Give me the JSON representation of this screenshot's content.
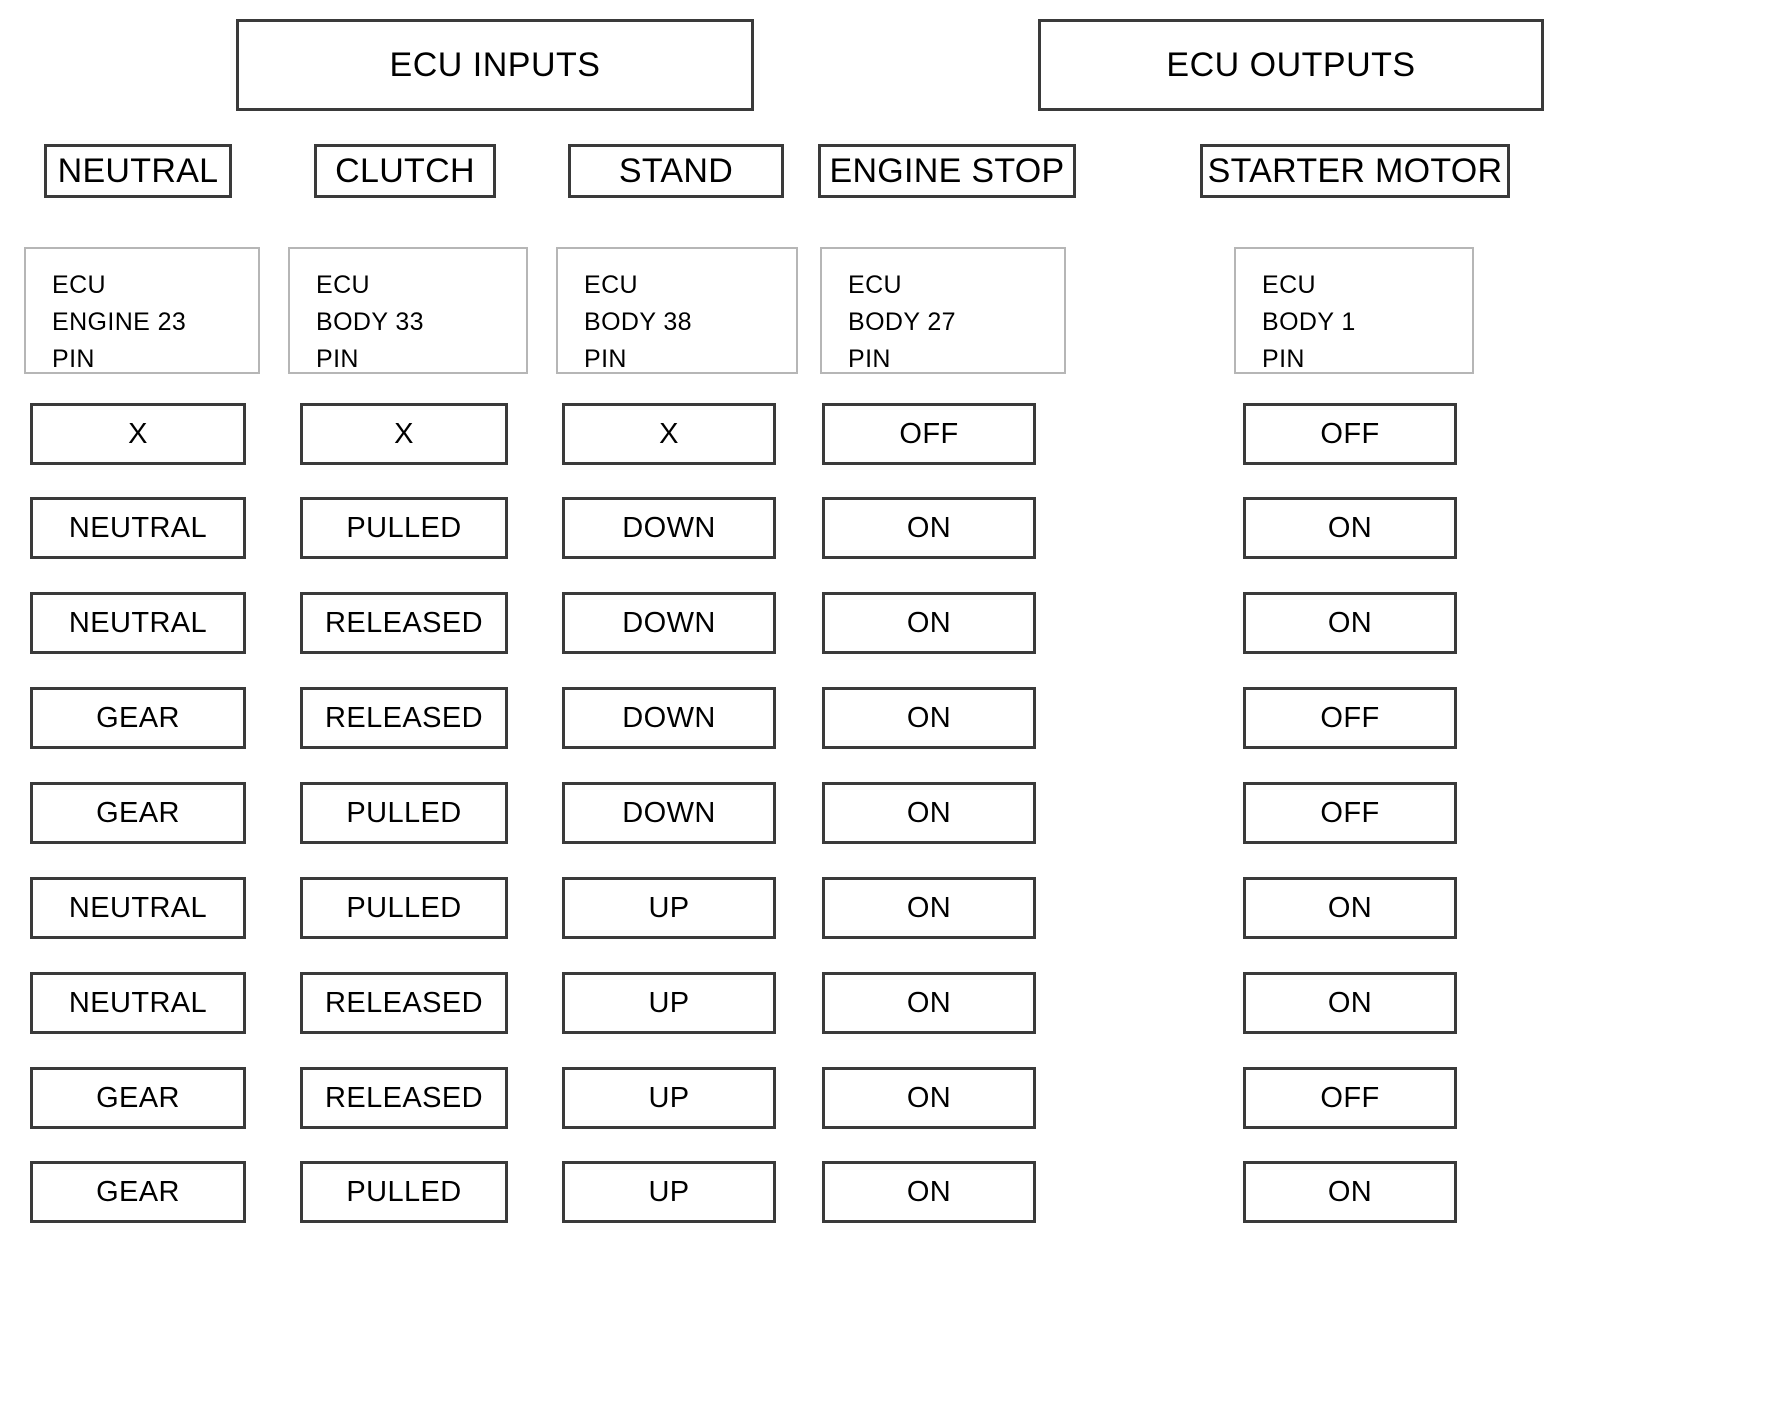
{
  "sections": [
    {
      "label": "ECU INPUTS"
    },
    {
      "label": "ECU OUTPUTS"
    }
  ],
  "columns": [
    {
      "header": "NEUTRAL",
      "pin_line1": "ECU",
      "pin_line2": "ENGINE 23",
      "pin_line3": "PIN"
    },
    {
      "header": "CLUTCH",
      "pin_line1": "ECU",
      "pin_line2": "BODY 33",
      "pin_line3": "PIN"
    },
    {
      "header": "STAND",
      "pin_line1": "ECU",
      "pin_line2": "BODY 38",
      "pin_line3": "PIN"
    },
    {
      "header": "ENGINE STOP",
      "pin_line1": "ECU",
      "pin_line2": "BODY 27",
      "pin_line3": "PIN"
    },
    {
      "header": "STARTER MOTOR",
      "pin_line1": "ECU",
      "pin_line2": "BODY 1",
      "pin_line3": "PIN"
    }
  ],
  "rows": [
    {
      "cells": [
        "X",
        "X",
        "X",
        "OFF",
        "OFF"
      ]
    },
    {
      "cells": [
        "NEUTRAL",
        "PULLED",
        "DOWN",
        "ON",
        "ON"
      ]
    },
    {
      "cells": [
        "NEUTRAL",
        "RELEASED",
        "DOWN",
        "ON",
        "ON"
      ]
    },
    {
      "cells": [
        "GEAR",
        "RELEASED",
        "DOWN",
        "ON",
        "OFF"
      ]
    },
    {
      "cells": [
        "GEAR",
        "PULLED",
        "DOWN",
        "ON",
        "OFF"
      ]
    },
    {
      "cells": [
        "NEUTRAL",
        "PULLED",
        "UP",
        "ON",
        "ON"
      ]
    },
    {
      "cells": [
        "NEUTRAL",
        "RELEASED",
        "UP",
        "ON",
        "ON"
      ]
    },
    {
      "cells": [
        "GEAR",
        "RELEASED",
        "UP",
        "ON",
        "OFF"
      ]
    },
    {
      "cells": [
        "GEAR",
        "PULLED",
        "UP",
        "ON",
        "ON"
      ]
    }
  ],
  "colors": {
    "border_strong": "#3a3a3a",
    "border_light": "#b6b6b6",
    "text": "#000000",
    "background": "#ffffff"
  }
}
